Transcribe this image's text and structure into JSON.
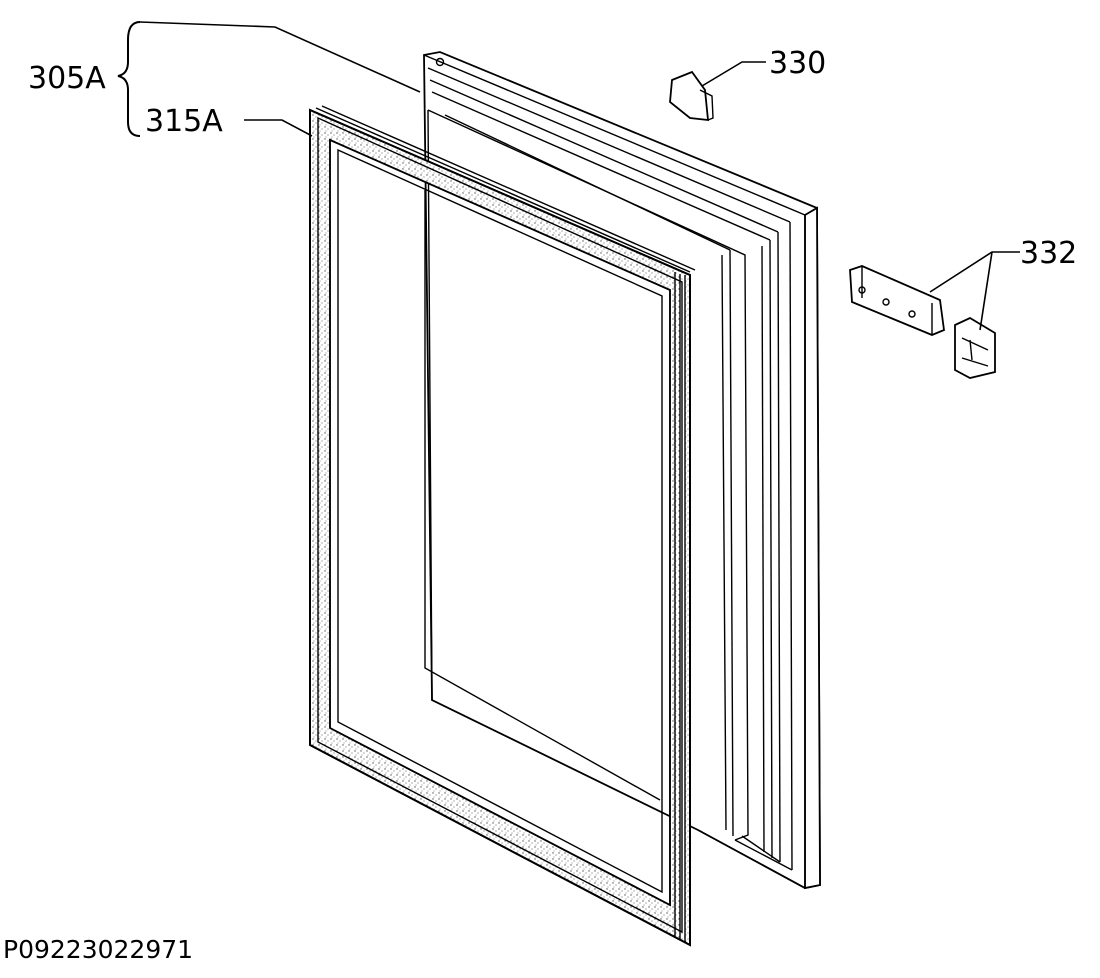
{
  "labels": {
    "assembly": "305A",
    "gasket": "315A",
    "cover": "330",
    "hinge": "332"
  },
  "drawing_code": "P09223022971"
}
